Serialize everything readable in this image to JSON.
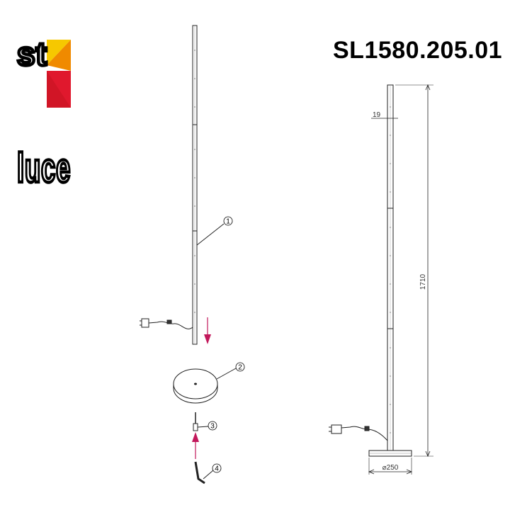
{
  "brand": {
    "logo_line1": "st",
    "logo_line2": "luce",
    "colors": {
      "yellow": "#f6c800",
      "orange": "#f08a00",
      "red": "#e0182d",
      "dark_red": "#b5121b"
    }
  },
  "model_number": "SL1580.205.01",
  "callouts": [
    "1",
    "2",
    "3",
    "4"
  ],
  "dimensions": {
    "height": "1710",
    "base_diameter": "⌀250",
    "tube_width": "19"
  },
  "arrow_color": "#c2185b"
}
